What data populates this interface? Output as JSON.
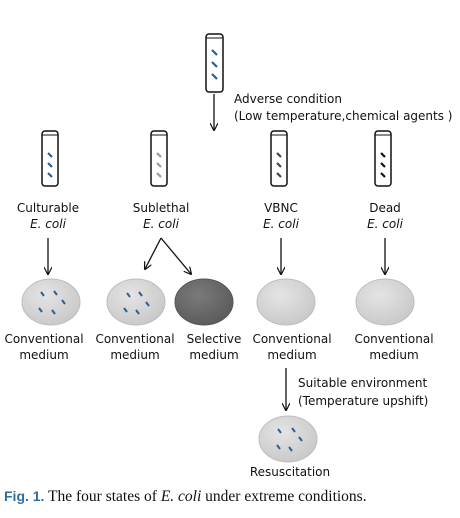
{
  "top": {
    "condition_title": "Adverse condition",
    "condition_detail": "(Low temperature,chemical agents )"
  },
  "states": [
    {
      "line1": "Culturable",
      "line2": "E. coli",
      "dash_color": "#2e5f8f"
    },
    {
      "line1": "Sublethal",
      "line2": "E. coli",
      "dash_color": "#9a9a9a"
    },
    {
      "line1": "VBNC",
      "line2": "E. coli",
      "dash_color": "#444444"
    },
    {
      "line1": "Dead",
      "line2": "E. coli",
      "dash_color": "#111111"
    }
  ],
  "media": [
    {
      "line1": "Conventional",
      "line2": "medium"
    },
    {
      "line1": "Conventional",
      "line2": "medium"
    },
    {
      "line1": "Selective",
      "line2": "medium"
    },
    {
      "line1": "Conventional",
      "line2": "medium"
    },
    {
      "line1": "Conventional",
      "line2": "medium"
    }
  ],
  "resuscitation": {
    "env_title": "Suitable environment",
    "env_detail": "(Temperature upshift)",
    "label": "Resuscitation"
  },
  "caption": {
    "label": "Fig. 1.",
    "text_before": " The four states of ",
    "organism": "E. coli",
    "text_after": " under extreme conditions."
  },
  "colors": {
    "dish_light": "#d6d6d6",
    "dish_dark": "#6b6b6b",
    "bacteria": "#2e5f8f",
    "caption_label": "#2f6ea4"
  }
}
